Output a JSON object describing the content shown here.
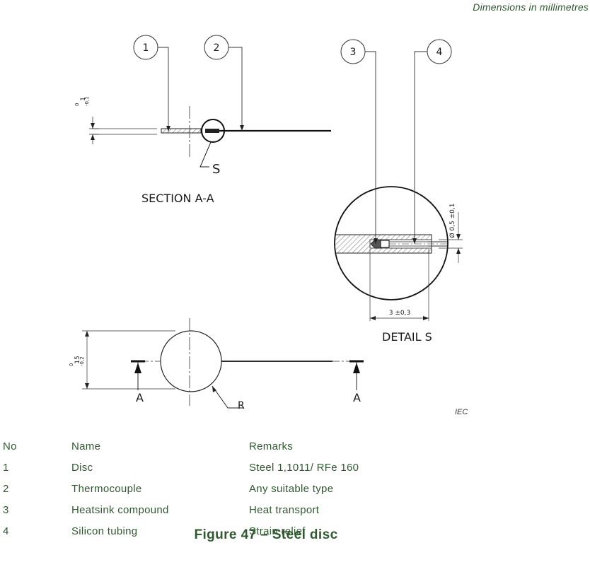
{
  "header": {
    "dimensions_note": "Dimensions in millimetres"
  },
  "drawing": {
    "balloons": [
      "1",
      "2",
      "3",
      "4"
    ],
    "section_label": "SECTION A-A",
    "detail_label": "DETAIL S",
    "detail_ref": "S",
    "thickness_dim": {
      "nominal": "1",
      "upper": "0",
      "lower": "-0,1"
    },
    "diameter_dim": {
      "nominal": "15",
      "upper": "0",
      "lower": "-0,2"
    },
    "hole_dim": "Ø 0,5 ±0,1",
    "depth_dim": "3 ±0,3",
    "cut_label": "A",
    "radius_label": "R",
    "iec_mark": "IEC"
  },
  "table": {
    "headers": {
      "no": "No",
      "name": "Name",
      "remarks": "Remarks"
    },
    "rows": [
      {
        "no": "1",
        "name": "Disc",
        "remarks": "Steel 1,1011/ RFe 160"
      },
      {
        "no": "2",
        "name": "Thermocouple",
        "remarks": "Any suitable type"
      },
      {
        "no": "3",
        "name": "Heatsink compound",
        "remarks": "Heat transport"
      },
      {
        "no": "4",
        "name": "Silicon tubing",
        "remarks": "Strain relief"
      }
    ]
  },
  "caption": "Figure 47 – Steel disc"
}
